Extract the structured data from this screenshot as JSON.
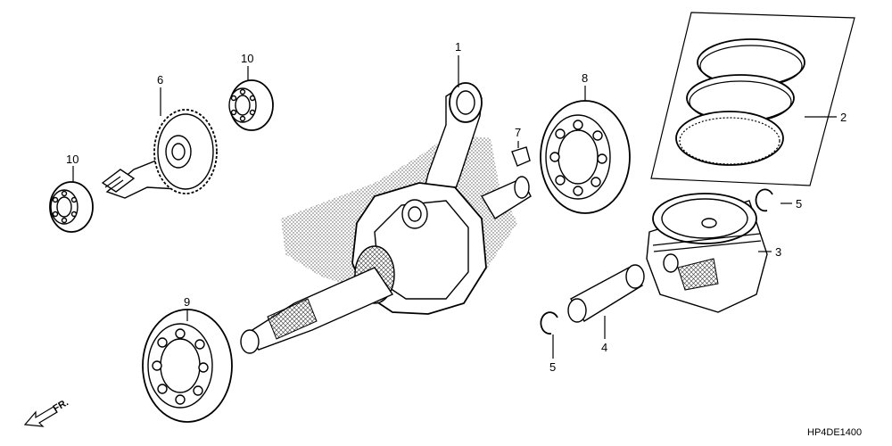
{
  "callouts": {
    "c1": "1",
    "c2": "2",
    "c3": "3",
    "c4": "4",
    "c5a": "5",
    "c5b": "5",
    "c6": "6",
    "c7": "7",
    "c8": "8",
    "c9": "9",
    "c10a": "10",
    "c10b": "10"
  },
  "front_marker": "FR.",
  "diagram_code": "HP4DE1400"
}
